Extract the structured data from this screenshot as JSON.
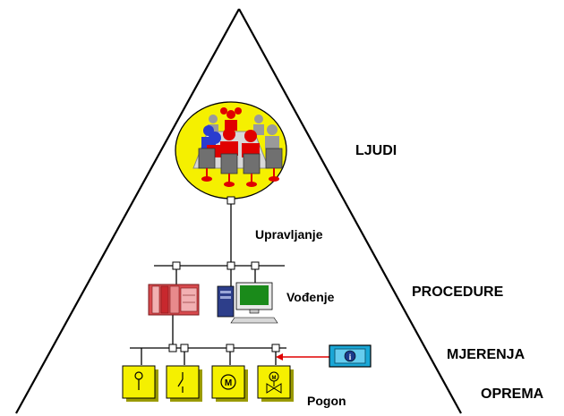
{
  "levels": {
    "people": "LJUDI",
    "procedures": "PROCEDURE",
    "measurements": "MJERENJA",
    "equipment": "OPREMA"
  },
  "functions": {
    "management": "Upravljanje",
    "control": "Vođenje",
    "drive": "Pogon"
  },
  "colors": {
    "ellipse_fill": "#f5f000",
    "device_fill": "#f5f000",
    "person_red": "#e00000",
    "person_blue": "#2a3ccf",
    "person_gray": "#9a9a9a",
    "info_box": "#1aa7d6",
    "arrow": "#e00000",
    "controller_red": "#c8282e"
  },
  "icons": {
    "people": "meeting-people-icon",
    "controller": "controller-rack-icon",
    "workstation": "computer-workstation-icon",
    "info": "info-icon",
    "devices": [
      "sensor-icon",
      "switch-icon",
      "motor-icon",
      "valve-motor-icon"
    ]
  },
  "device_letters": {
    "motor": "M",
    "valve": "M"
  }
}
